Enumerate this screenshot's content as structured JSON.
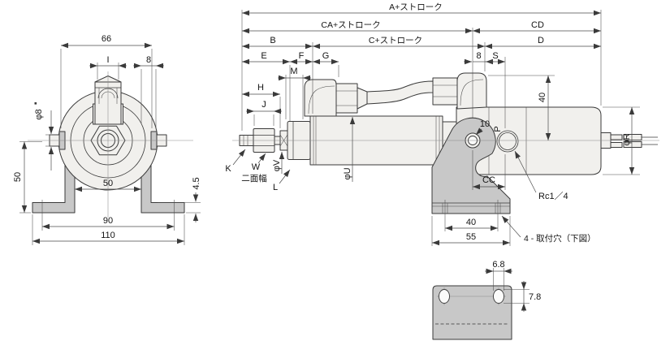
{
  "front": {
    "w66": "66",
    "i": "I",
    "n8": "8",
    "phi8": "φ8",
    "v50": "50",
    "h50": "50",
    "t45": "4.5",
    "w90": "90",
    "w110": "110"
  },
  "side": {
    "a": "A+ストローク",
    "ca": "CA+ストローク",
    "cd": "CD",
    "b": "B",
    "c": "C+ストローク",
    "d": "D",
    "e": "E",
    "f": "F",
    "g": "G",
    "n8": "8",
    "s": "S",
    "m": "M",
    "h": "H",
    "j": "J",
    "k": "K",
    "w": "W",
    "flats": "二面幅",
    "phiv": "φV",
    "l": "L",
    "phiu": "φU",
    "v40": "40",
    "n10": "10",
    "p": "P",
    "rc": "Rc1／4",
    "cc": "CC",
    "b40": "40",
    "b55": "55",
    "note": "4 - 取付穴（下図）",
    "phir": "φR"
  },
  "detail": {
    "d68": "6.8",
    "d78": "7.8"
  }
}
